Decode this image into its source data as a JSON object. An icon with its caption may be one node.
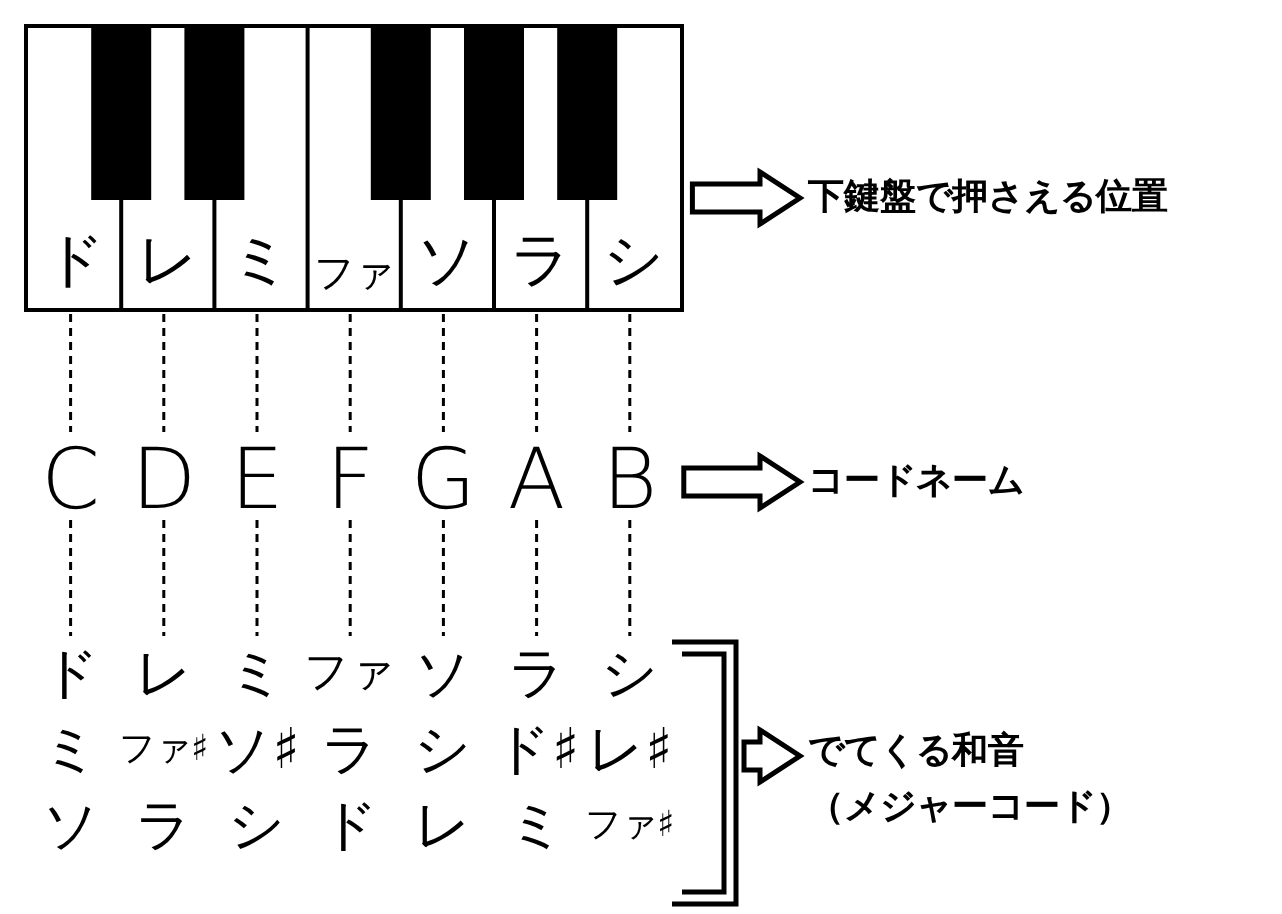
{
  "diagram": {
    "nodes": [
      {
        "text": [],
        "shape": "box"
      },
      {
        "text": [
          "ド"
        ],
        "in": 0
      },
      {
        "text": [
          "レ"
        ],
        "in": 0
      },
      {
        "text": [
          "ミ"
        ],
        "in": 0
      },
      {
        "text": [
          "ファ"
        ],
        "in": 0
      },
      {
        "text": [
          "ソ"
        ],
        "in": 0
      },
      {
        "text": [
          "ラ"
        ],
        "in": 0
      },
      {
        "text": [
          "シ"
        ],
        "in": 0
      },
      {
        "text": [
          "下鍵盤で押さえる位置"
        ]
      },
      {
        "text": [
          "C"
        ]
      },
      {
        "text": [
          "D"
        ]
      },
      {
        "text": [
          "E"
        ]
      },
      {
        "text": [
          "F"
        ]
      },
      {
        "text": [
          "G"
        ]
      },
      {
        "text": [
          "A"
        ]
      },
      {
        "text": [
          "B"
        ]
      },
      {
        "text": [
          "コードネーム"
        ]
      },
      {
        "text": [
          "ド",
          "ミ",
          "ソ"
        ]
      },
      {
        "text": [
          "レ",
          "ファ♯",
          "ラ"
        ]
      },
      {
        "text": [
          "ミ",
          "ソ♯",
          "シ"
        ]
      },
      {
        "text": [
          "ファ",
          "ラ",
          "ド"
        ]
      },
      {
        "text": [
          "ソ",
          "シ",
          "レ"
        ]
      },
      {
        "text": [
          "ラ",
          "ド♯",
          "ミ"
        ]
      },
      {
        "text": [
          "シ",
          "レ♯",
          "ファ♯"
        ]
      },
      {
        "text": [
          "でてくる和音",
          "（メジャーコード）"
        ]
      }
    ],
    "edges": [
      {
        "from": 1,
        "to": 9,
        "arrow": "none",
        "style": "dashed"
      },
      {
        "from": 2,
        "to": 10,
        "arrow": "none",
        "style": "dashed"
      },
      {
        "from": 3,
        "to": 11,
        "arrow": "none",
        "style": "dashed"
      },
      {
        "from": 4,
        "to": 12,
        "arrow": "none",
        "style": "dashed"
      },
      {
        "from": 5,
        "to": 13,
        "arrow": "none",
        "style": "dashed"
      },
      {
        "from": 6,
        "to": 14,
        "arrow": "none",
        "style": "dashed"
      },
      {
        "from": 7,
        "to": 15,
        "arrow": "none",
        "style": "dashed"
      },
      {
        "from": 9,
        "to": 17,
        "arrow": "none",
        "style": "dashed"
      },
      {
        "from": 10,
        "to": 18,
        "arrow": "none",
        "style": "dashed"
      },
      {
        "from": 11,
        "to": 19,
        "arrow": "none",
        "style": "dashed"
      },
      {
        "from": 12,
        "to": 20,
        "arrow": "none",
        "style": "dashed"
      },
      {
        "from": 13,
        "to": 21,
        "arrow": "none",
        "style": "dashed"
      },
      {
        "from": 14,
        "to": 22,
        "arrow": "none",
        "style": "dashed"
      },
      {
        "from": 15,
        "to": 23,
        "arrow": "none",
        "style": "dashed"
      },
      {
        "from": 0,
        "to": 8,
        "arrow": "to",
        "style": "thick"
      },
      {
        "from": 15,
        "to": 16,
        "arrow": "to",
        "style": "thick"
      },
      {
        "from": null,
        "to": 24,
        "arrow": "to",
        "style": "thick"
      }
    ]
  }
}
